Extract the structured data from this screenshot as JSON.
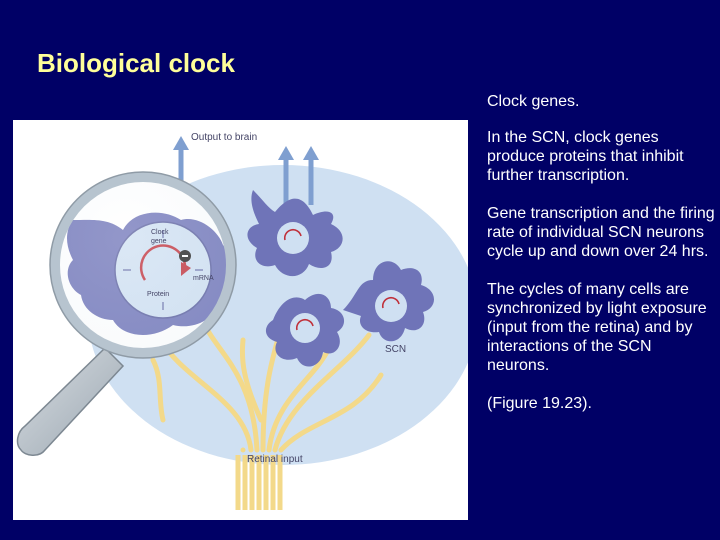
{
  "slide": {
    "title": "Biological clock"
  },
  "figure": {
    "output_label": "Output to brain",
    "clock_gene_label_line1": "Clock",
    "clock_gene_label_line2": "gene",
    "mrna_label": "mRNA",
    "protein_label": "Protein",
    "scn_label": "SCN",
    "retinal_input_label": "Retinal input"
  },
  "text": {
    "heading": "Clock genes.",
    "p1": "In the SCN, clock genes produce proteins that inhibit further transcription.",
    "p2": "Gene transcription and the firing rate of individual SCN neurons cycle up and down over 24 hrs.",
    "p3": "The cycles of many cells are synchronized by light exposure (input from the retina) and by interactions of the SCN neurons.",
    "p4": "(Figure 19.23)."
  },
  "colors": {
    "background": "#000066",
    "title": "#ffff99",
    "body_text": "#ffffff",
    "scn_oval": "#cfe0f2",
    "neuron": "#6f74b8",
    "axon": "#f3d98a",
    "arrow": "#7f9fd0",
    "magnifier_ring": "#b7c4cf"
  }
}
